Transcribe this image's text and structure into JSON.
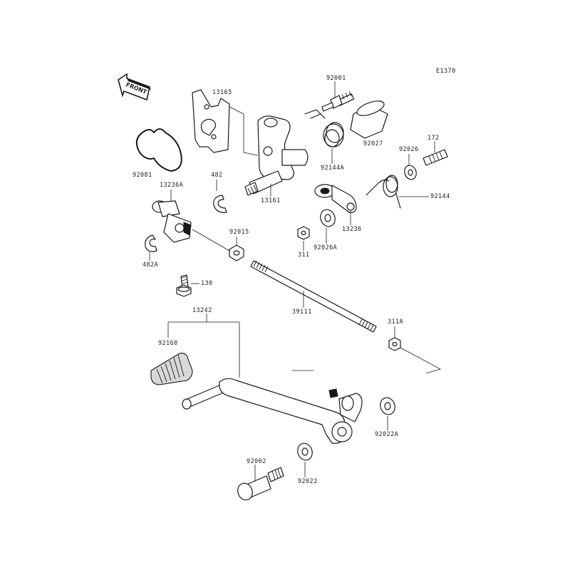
{
  "diagram_code": "E1370",
  "front_indicator": "FRONT",
  "labels": {
    "p92001": "92001",
    "p13165": "13165",
    "p92027": "92027",
    "p92026": "92026",
    "p172": "172",
    "p92081": "92081",
    "p482": "482",
    "p92144A": "92144A",
    "p13161": "13161",
    "p92144": "92144",
    "p13236A": "13236A",
    "p13236": "13236",
    "p92015": "92015",
    "p311": "311",
    "p92026A": "92026A",
    "p482A": "482A",
    "p130": "130",
    "p13242": "13242",
    "p39111": "39111",
    "p311A": "311A",
    "p92160": "92160",
    "p92022A": "92022A",
    "p92002": "92002",
    "p92022": "92022"
  }
}
